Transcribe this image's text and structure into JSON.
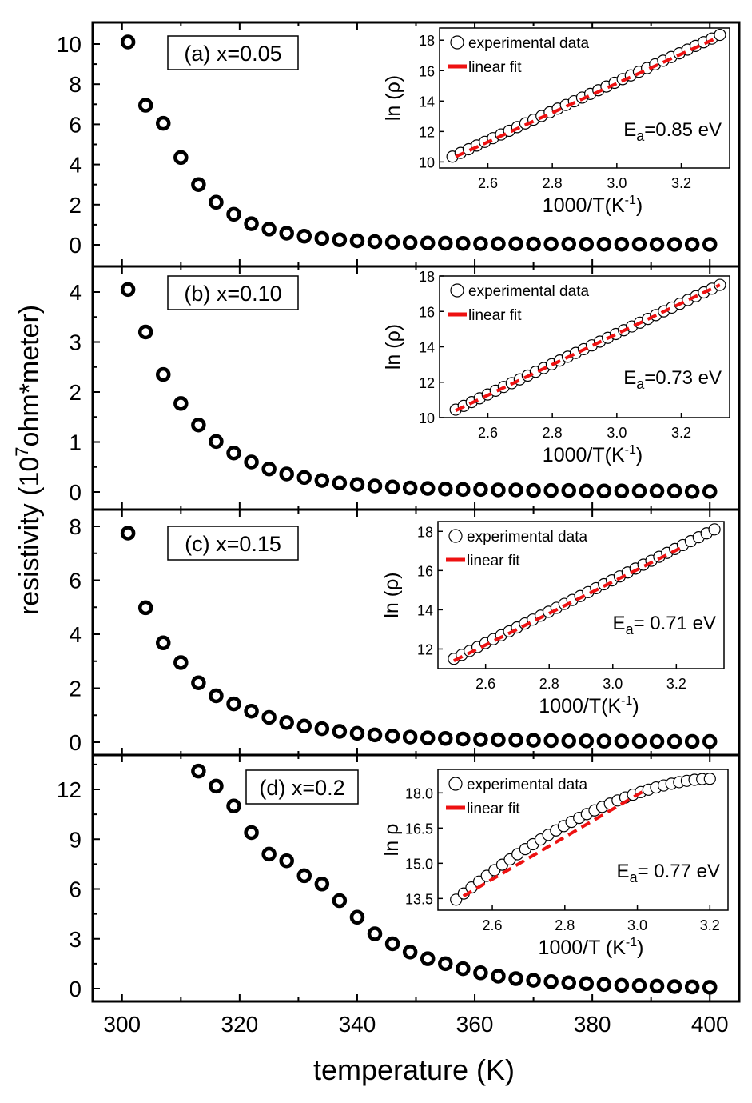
{
  "figure": {
    "ylabel_main": "resistivity (10",
    "ylabel_sup": "7",
    "ylabel_rest": "ohm*meter)",
    "xlabel": "temperature (K)",
    "x_ticks": [
      "300",
      "320",
      "340",
      "360",
      "380",
      "400"
    ]
  },
  "chart_data": [
    {
      "type": "scatter",
      "panel": "(a)",
      "label": "(a) x=0.05",
      "xlim": [
        295,
        405
      ],
      "ylim": [
        -1,
        11
      ],
      "y_ticks": [
        0,
        2,
        4,
        6,
        8,
        10
      ],
      "x": [
        301,
        304,
        307,
        310,
        313,
        316,
        319,
        322,
        325,
        328,
        331,
        334,
        337,
        340,
        343,
        346,
        349,
        352,
        355,
        358,
        361,
        364,
        367,
        370,
        373,
        376,
        379,
        382,
        385,
        388,
        391,
        394,
        397,
        400
      ],
      "values": [
        10.1,
        6.95,
        6.05,
        4.35,
        3.0,
        2.12,
        1.52,
        1.05,
        0.78,
        0.58,
        0.43,
        0.32,
        0.25,
        0.2,
        0.16,
        0.13,
        0.11,
        0.09,
        0.08,
        0.07,
        0.06,
        0.05,
        0.05,
        0.04,
        0.04,
        0.04,
        0.03,
        0.03,
        0.03,
        0.03,
        0.02,
        0.02,
        0.02,
        0.02
      ],
      "inset": {
        "xlabel": "1000/T(K",
        "xlabel_sup": "-1",
        "xlabel_end": ")",
        "ylabel": "ln (ρ)",
        "xlim": [
          2.45,
          3.35
        ],
        "ylim": [
          9.6,
          18.8
        ],
        "x_ticks": [
          "2.6",
          "2.8",
          "3.0",
          "3.2"
        ],
        "y_ticks": [
          "10",
          "12",
          "14",
          "16",
          "18"
        ],
        "legend_data": "experimental data",
        "legend_fit": "linear fit",
        "ea_label": "E",
        "ea_sub": "a",
        "ea_value": "=0.85 eV",
        "x_start": 2.49,
        "x_end": 3.32,
        "y_start": 10.35,
        "y_end": 18.35,
        "fit": [
          [
            2.5,
            10.35
          ],
          [
            3.3,
            18.05
          ]
        ],
        "bend": 0
      }
    },
    {
      "type": "scatter",
      "panel": "(b)",
      "label": "(b) x=0.10",
      "xlim": [
        295,
        405
      ],
      "ylim": [
        -0.3,
        4.5
      ],
      "y_ticks": [
        0,
        1,
        2,
        3,
        4
      ],
      "x": [
        301,
        304,
        307,
        310,
        313,
        316,
        319,
        322,
        325,
        328,
        331,
        334,
        337,
        340,
        343,
        346,
        349,
        352,
        355,
        358,
        361,
        364,
        367,
        370,
        373,
        376,
        379,
        382,
        385,
        388,
        391,
        394,
        397,
        400
      ],
      "values": [
        4.05,
        3.2,
        2.35,
        1.77,
        1.34,
        1.01,
        0.78,
        0.6,
        0.46,
        0.36,
        0.29,
        0.23,
        0.18,
        0.15,
        0.12,
        0.1,
        0.08,
        0.07,
        0.06,
        0.05,
        0.05,
        0.04,
        0.04,
        0.03,
        0.03,
        0.03,
        0.02,
        0.02,
        0.02,
        0.02,
        0.02,
        0.02,
        0.01,
        0.01
      ],
      "inset": {
        "xlabel": "1000/T(K",
        "xlabel_sup": "-1",
        "xlabel_end": ")",
        "ylabel": "ln (ρ)",
        "xlim": [
          2.45,
          3.35
        ],
        "ylim": [
          10,
          18
        ],
        "x_ticks": [
          "2.6",
          "2.8",
          "3.0",
          "3.2"
        ],
        "y_ticks": [
          "10",
          "12",
          "14",
          "16",
          "18"
        ],
        "legend_data": "experimental data",
        "legend_fit": "linear fit",
        "ea_label": "E",
        "ea_sub": "a",
        "ea_value": "=0.73 eV",
        "x_start": 2.5,
        "x_end": 3.32,
        "y_start": 10.45,
        "y_end": 17.5,
        "fit": [
          [
            2.5,
            10.4
          ],
          [
            3.32,
            17.5
          ]
        ],
        "bend": 0
      }
    },
    {
      "type": "scatter",
      "panel": "(c)",
      "label": "(c) x=0.15",
      "xlim": [
        295,
        405
      ],
      "ylim": [
        -0.5,
        8.5
      ],
      "y_ticks": [
        0,
        2,
        4,
        6,
        8
      ],
      "x": [
        301,
        304,
        307,
        310,
        313,
        316,
        319,
        322,
        325,
        328,
        331,
        334,
        337,
        340,
        343,
        346,
        349,
        352,
        355,
        358,
        361,
        364,
        367,
        370,
        373,
        376,
        379,
        382,
        385,
        388,
        391,
        394,
        397,
        400
      ],
      "values": [
        7.75,
        4.98,
        3.68,
        2.95,
        2.2,
        1.72,
        1.42,
        1.15,
        0.92,
        0.73,
        0.6,
        0.5,
        0.4,
        0.33,
        0.27,
        0.23,
        0.19,
        0.16,
        0.14,
        0.12,
        0.1,
        0.09,
        0.08,
        0.07,
        0.06,
        0.05,
        0.05,
        0.04,
        0.04,
        0.04,
        0.03,
        0.03,
        0.03,
        0.03
      ],
      "inset": {
        "xlabel": "1000/T(K",
        "xlabel_sup": "-1",
        "xlabel_end": ")",
        "ylabel": "ln (ρ)",
        "xlim": [
          2.45,
          3.35
        ],
        "ylim": [
          11,
          18.5
        ],
        "x_ticks": [
          "2.6",
          "2.8",
          "3.0",
          "3.2"
        ],
        "y_ticks": [
          "12",
          "14",
          "16",
          "18"
        ],
        "legend_data": "experimental data",
        "legend_fit": "linear fit",
        "ea_label": "E",
        "ea_sub": "a",
        "ea_value": "= 0.71 eV",
        "x_start": 2.5,
        "x_end": 3.32,
        "y_start": 11.5,
        "y_end": 18.1,
        "fit": [
          [
            2.5,
            11.4
          ],
          [
            3.22,
            17.2
          ]
        ],
        "bend": 0
      }
    },
    {
      "type": "scatter",
      "panel": "(d)",
      "label": "(d) x=0.2",
      "xlim": [
        295,
        405
      ],
      "ylim": [
        -0.5,
        14
      ],
      "y_ticks": [
        0,
        3,
        6,
        9,
        12
      ],
      "x": [
        313,
        316,
        319,
        322,
        325,
        328,
        331,
        334,
        337,
        340,
        343,
        346,
        349,
        352,
        355,
        358,
        361,
        364,
        367,
        370,
        373,
        376,
        379,
        382,
        385,
        388,
        391,
        394,
        397,
        400
      ],
      "values": [
        13.1,
        12.2,
        11.0,
        9.4,
        8.1,
        7.7,
        6.8,
        6.3,
        5.3,
        4.3,
        3.3,
        2.7,
        2.2,
        1.8,
        1.5,
        1.2,
        0.95,
        0.75,
        0.6,
        0.5,
        0.42,
        0.35,
        0.3,
        0.25,
        0.2,
        0.18,
        0.15,
        0.12,
        0.1,
        0.08
      ],
      "inset": {
        "xlabel": "1000/T (K",
        "xlabel_sup": "-1",
        "xlabel_end": ")",
        "ylabel": "ln ρ",
        "xlim": [
          2.45,
          3.25
        ],
        "ylim": [
          13.0,
          19.0
        ],
        "x_ticks": [
          "2.6",
          "2.8",
          "3.0",
          "3.2"
        ],
        "y_ticks": [
          "13.5",
          "15.0",
          "16.5",
          "18.0"
        ],
        "legend_data": "experimental data",
        "legend_fit": "linear fit",
        "ea_label": "E",
        "ea_sub": "a",
        "ea_value": "= 0.77 eV",
        "x_start": 2.5,
        "x_end": 3.2,
        "y_start": 13.45,
        "y_end": 18.6,
        "fit": [
          [
            2.52,
            13.6
          ],
          [
            3.02,
            18.1
          ]
        ],
        "bend": 1
      }
    }
  ]
}
